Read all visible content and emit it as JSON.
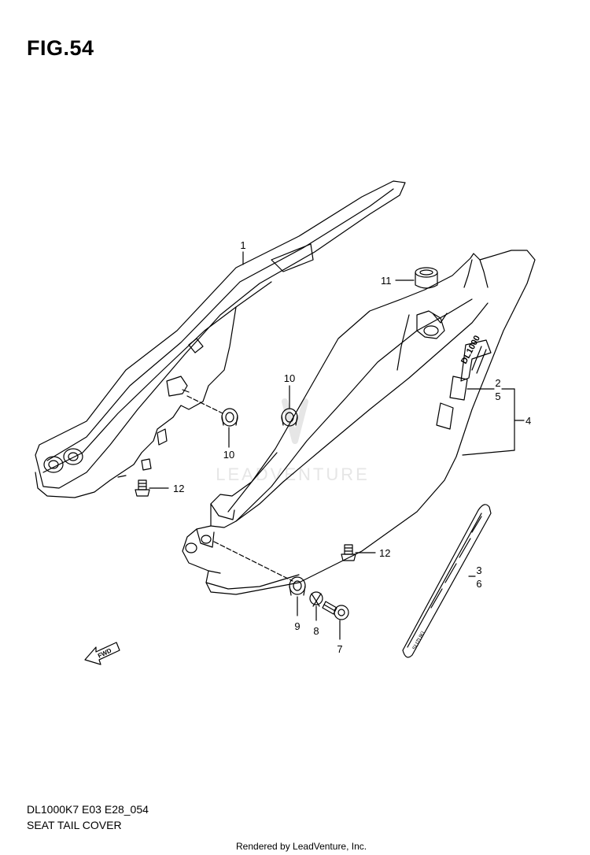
{
  "figure": {
    "title": "FIG.54"
  },
  "callouts": {
    "c1": "1",
    "c2": "2",
    "c5": "5",
    "c4": "4",
    "c3": "3",
    "c6": "6",
    "c7": "7",
    "c8": "8",
    "c9": "9",
    "c10a": "10",
    "c10b": "10",
    "c11": "11",
    "c12a": "12",
    "c12b": "12"
  },
  "decals": {
    "model_badge": "DL1000",
    "brand_badge": "SUZUKI",
    "fwd_label": "FWD"
  },
  "watermark": {
    "text": "LEADVENTURE"
  },
  "footer": {
    "diagram_code": "DL1000K7 E03 E28_054",
    "diagram_name": "SEAT TAIL COVER",
    "render_credit": "Rendered by LeadVenture, Inc."
  },
  "colors": {
    "line": "#000000",
    "background": "#ffffff",
    "watermark": "#e6e6e6"
  }
}
